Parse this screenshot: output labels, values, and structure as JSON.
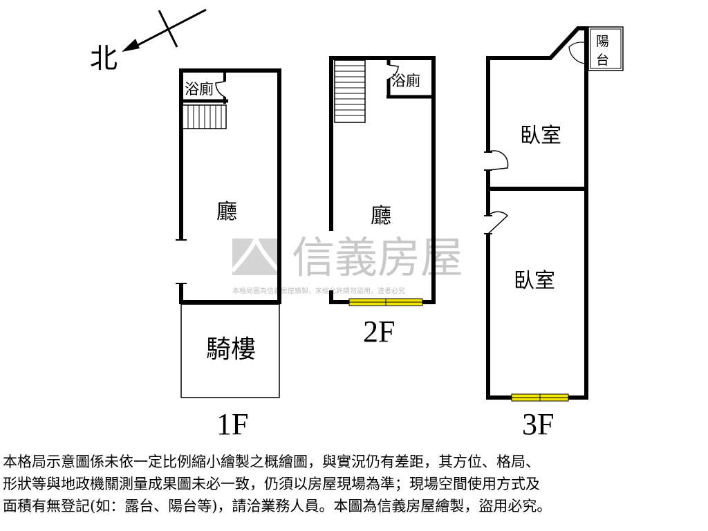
{
  "compass": {
    "label": "北"
  },
  "watermark": {
    "brand": "信義房屋",
    "notice": "本格局圖為信義房屋繪製，未經允許請勿盜用，違者必究",
    "color": "#c8c8c8"
  },
  "floors": {
    "f1": {
      "label": "1F",
      "rooms": {
        "bath": "浴廁",
        "hall": "廳",
        "arcade": "騎樓"
      }
    },
    "f2": {
      "label": "2F",
      "rooms": {
        "bath": "浴廁",
        "hall": "廳"
      }
    },
    "f3": {
      "label": "3F",
      "rooms": {
        "balcony": [
          "陽",
          "台"
        ],
        "bedroom1": "臥室",
        "bedroom2": "臥室"
      }
    }
  },
  "colors": {
    "wall": "#000000",
    "window": "#f2e600"
  },
  "disclaimer": {
    "lines": [
      "本格局示意圖係未依一定比例縮小繪製之概繪圖，與實況仍有差距，其方位、格局、",
      "形狀等與地政機關測量成果圖未必一致，仍須以房屋現場為準；現場空間使用方式及",
      "面積有無登記(如：露台、陽台等)，請洽業務人員。本圖為信義房屋繪製，盜用必究。"
    ]
  }
}
